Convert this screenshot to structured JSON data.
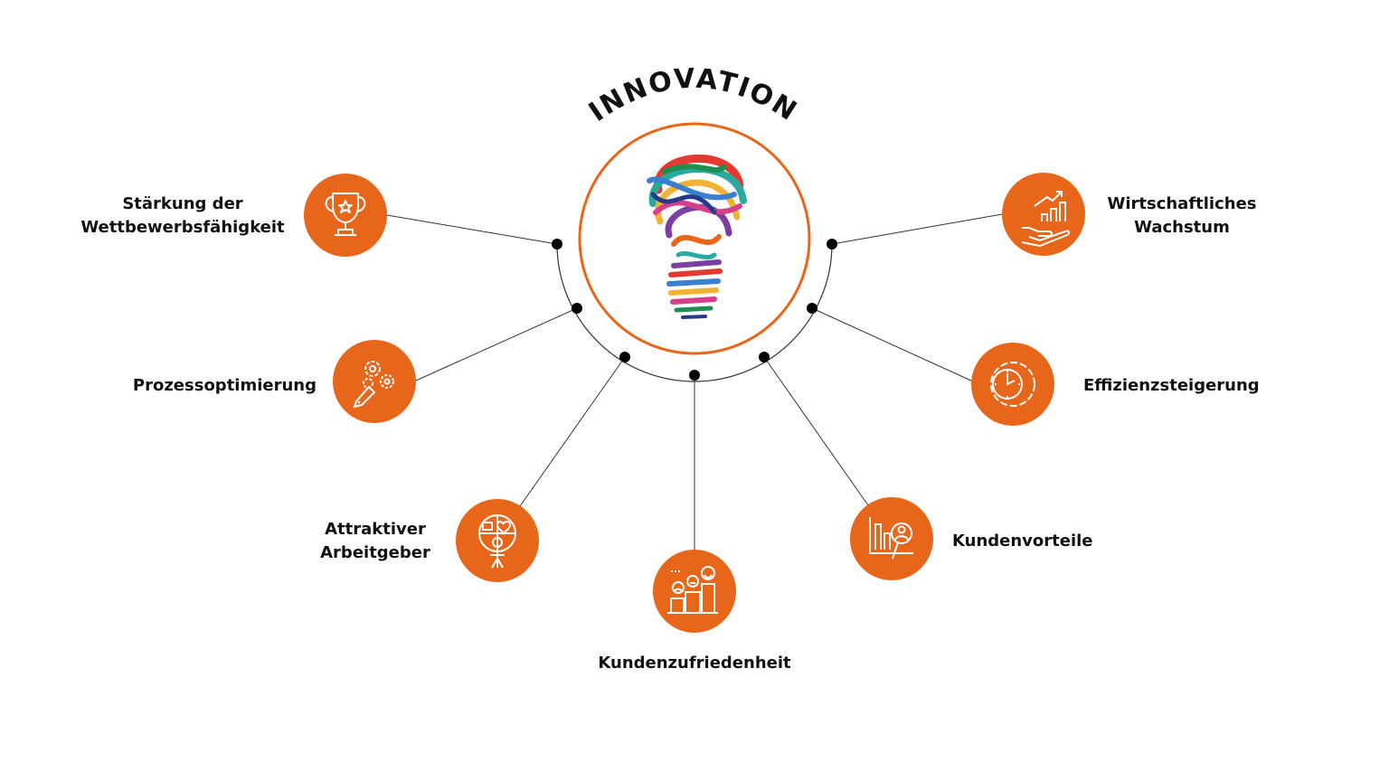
{
  "title": "INNOVATION",
  "colors": {
    "accent": "#e8661a",
    "line": "#333333",
    "dot": "#000000",
    "text": "#111111",
    "icon": "#ffffff"
  },
  "center_image": "painted-lightbulb",
  "nodes": [
    {
      "id": "wettbewerb",
      "icon": "trophy-icon",
      "label_lines": [
        "Stärkung der",
        "Wettbewerbsfähigkeit"
      ]
    },
    {
      "id": "prozess",
      "icon": "gears-pencil-icon",
      "label_lines": [
        "Prozessoptimierung"
      ]
    },
    {
      "id": "arbeitgeber",
      "icon": "employee-icon",
      "label_lines": [
        "Attraktiver",
        "Arbeitgeber"
      ]
    },
    {
      "id": "zufriedenheit",
      "icon": "smiley-rating-icon",
      "label_lines": [
        "Kundenzufriedenheit"
      ]
    },
    {
      "id": "vorteile",
      "icon": "customer-search-icon",
      "label_lines": [
        "Kundenvorteile"
      ]
    },
    {
      "id": "effizienz",
      "icon": "clock-gear-icon",
      "label_lines": [
        "Effizienzsteigerung"
      ]
    },
    {
      "id": "wachstum",
      "icon": "growth-hand-icon",
      "label_lines": [
        "Wirtschaftliches",
        "Wachstum"
      ]
    }
  ]
}
